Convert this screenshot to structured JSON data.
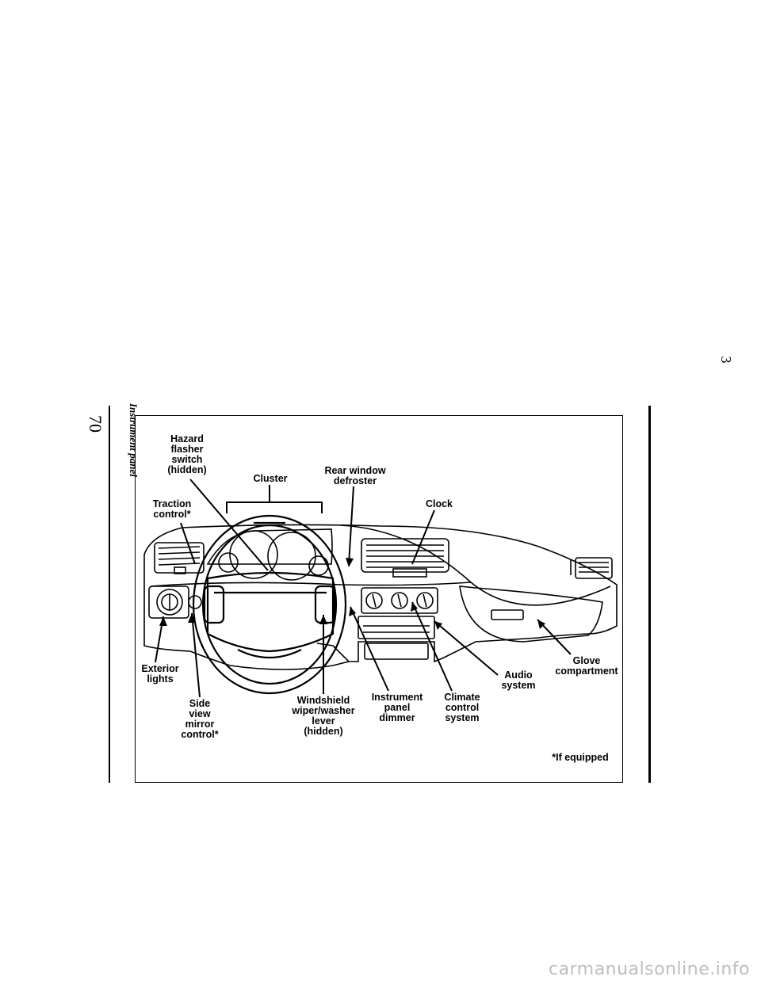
{
  "page": {
    "number": "70",
    "section": "Instrument panel",
    "corner_mark": "3"
  },
  "labels": {
    "hazard": "Hazard\nflasher\nswitch\n(hidden)",
    "cluster": "Cluster",
    "rear_defroster": "Rear window\ndefroster",
    "traction": "Traction\ncontrol*",
    "clock": "Clock",
    "exterior_lights": "Exterior\nlights",
    "side_mirror": "Side\nview\nmirror\ncontrol*",
    "wiper": "Windshield\nwiper/washer\nlever\n(hidden)",
    "dimmer": "Instrument\npanel\ndimmer",
    "climate": "Climate\ncontrol\nsystem",
    "audio": "Audio\nsystem",
    "glove": "Glove\ncompartment",
    "footnote": "*If equipped"
  },
  "watermark": "carmanualsonline.info"
}
